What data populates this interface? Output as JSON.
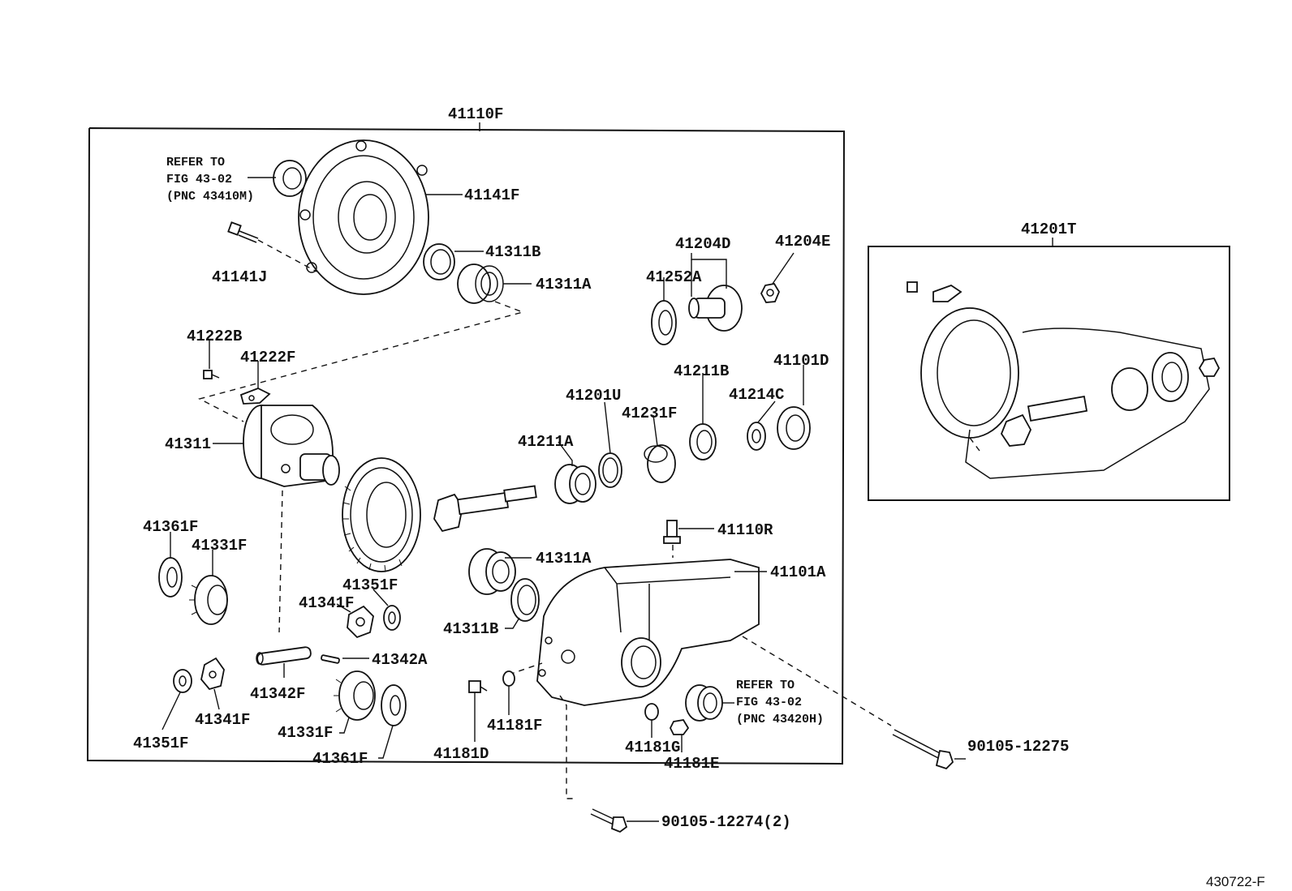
{
  "diagram": {
    "main_assembly_label": "41110F",
    "sub_assembly_label": "41201T",
    "figure_code": "430722-F",
    "refer_notes": [
      {
        "line1": "REFER TO",
        "line2": "FIG 43-02",
        "line3": "(PNC 43410M)"
      },
      {
        "line1": "REFER TO",
        "line2": "FIG 43-02",
        "line3": "(PNC 43420H)"
      }
    ],
    "part_labels": [
      "41141F",
      "41141J",
      "41311B",
      "41311A",
      "41222B",
      "41222F",
      "41311",
      "41204D",
      "41204E",
      "41252A",
      "41211B",
      "41101D",
      "41214C",
      "41201U",
      "41231F",
      "41211A",
      "41361F",
      "41331F",
      "41351F",
      "41341F",
      "41342A",
      "41342F",
      "41341F",
      "41351F",
      "41331F",
      "41361F",
      "41110R",
      "41311A",
      "41101A",
      "41311B",
      "41181D",
      "41181F",
      "41181G",
      "41181E",
      "90105-12275",
      "90105-12274(2)"
    ]
  }
}
